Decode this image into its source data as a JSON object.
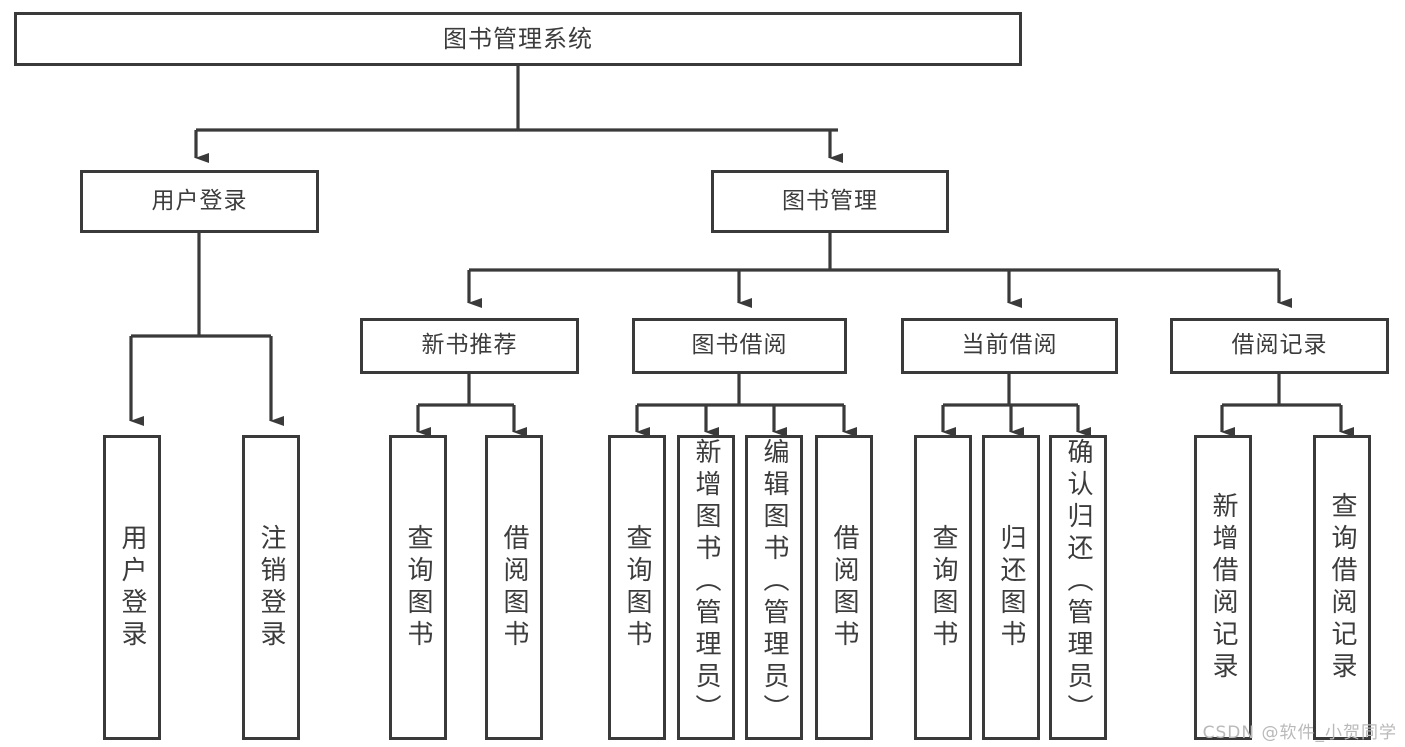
{
  "diagram": {
    "title": "图书管理系统",
    "type": "tree-hierarchy-chart",
    "watermark": "CSDN @软件_小贺同学",
    "colors": {
      "box_border": "#3a3a3a",
      "box_fill": "#ffffff",
      "edge": "#3a3a3a",
      "text": "#3c3c3c",
      "watermark": "#b9b9b9"
    },
    "levels": {
      "root": {
        "label": "图书管理系统"
      },
      "level2": [
        {
          "id": "user-login",
          "label": "用户登录"
        },
        {
          "id": "book-manage",
          "label": "图书管理"
        }
      ],
      "level3": [
        {
          "id": "new-book-recommend",
          "label": "新书推荐"
        },
        {
          "id": "book-borrow",
          "label": "图书借阅"
        },
        {
          "id": "current-borrow",
          "label": "当前借阅"
        },
        {
          "id": "borrow-record",
          "label": "借阅记录"
        }
      ],
      "leaves": [
        {
          "id": "leaf-user-login",
          "label": "用户登录",
          "parent": "user-login"
        },
        {
          "id": "leaf-logout-login",
          "label": "注销登录",
          "parent": "user-login"
        },
        {
          "id": "leaf-query-book-1",
          "label": "查询图书",
          "parent": "new-book-recommend"
        },
        {
          "id": "leaf-borrow-book-1",
          "label": "借阅图书",
          "parent": "new-book-recommend"
        },
        {
          "id": "leaf-query-book-2",
          "label": "查询图书",
          "parent": "book-borrow"
        },
        {
          "id": "leaf-add-book",
          "label": "新增图书（管理员）",
          "parent": "book-borrow"
        },
        {
          "id": "leaf-edit-book",
          "label": "编辑图书（管理员）",
          "parent": "book-borrow"
        },
        {
          "id": "leaf-borrow-book-2",
          "label": "借阅图书",
          "parent": "book-borrow"
        },
        {
          "id": "leaf-query-book-3",
          "label": "查询图书",
          "parent": "current-borrow"
        },
        {
          "id": "leaf-return-book",
          "label": "归还图书",
          "parent": "current-borrow"
        },
        {
          "id": "leaf-confirm-return",
          "label": "确认归还（管理员）",
          "parent": "current-borrow"
        },
        {
          "id": "leaf-add-record",
          "label": "新增借阅记录",
          "parent": "borrow-record"
        },
        {
          "id": "leaf-query-record",
          "label": "查询借阅记录",
          "parent": "borrow-record"
        }
      ]
    }
  }
}
